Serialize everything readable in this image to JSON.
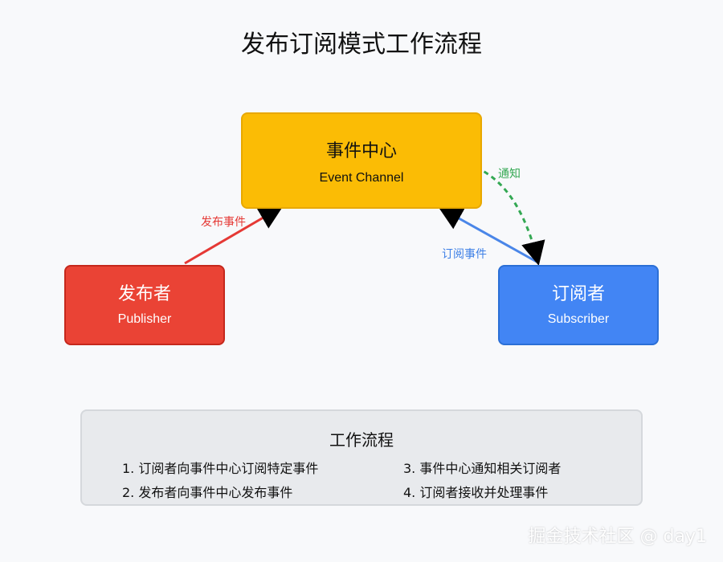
{
  "title": "发布订阅模式工作流程",
  "nodes": {
    "center": {
      "title": "事件中心",
      "subtitle": "Event Channel"
    },
    "publisher": {
      "title": "发布者",
      "subtitle": "Publisher"
    },
    "subscriber": {
      "title": "订阅者",
      "subtitle": "Subscriber"
    }
  },
  "edges": {
    "publish": {
      "label": "发布事件",
      "color": "#e53935"
    },
    "subscribe": {
      "label": "订阅事件",
      "color": "#3d7fe6"
    },
    "notify": {
      "label": "通知",
      "color": "#34a853"
    }
  },
  "workflow": {
    "title": "工作流程",
    "steps": [
      "1. 订阅者向事件中心订阅特定事件",
      "2. 发布者向事件中心发布事件",
      "3. 事件中心通知相关订阅者",
      "4. 订阅者接收并处理事件"
    ]
  },
  "watermark": "掘金技术社区 @ day1",
  "colors": {
    "center": "#fbbc05",
    "publisher": "#ea4335",
    "subscriber": "#4285f4",
    "panel": "#e8eaed"
  }
}
